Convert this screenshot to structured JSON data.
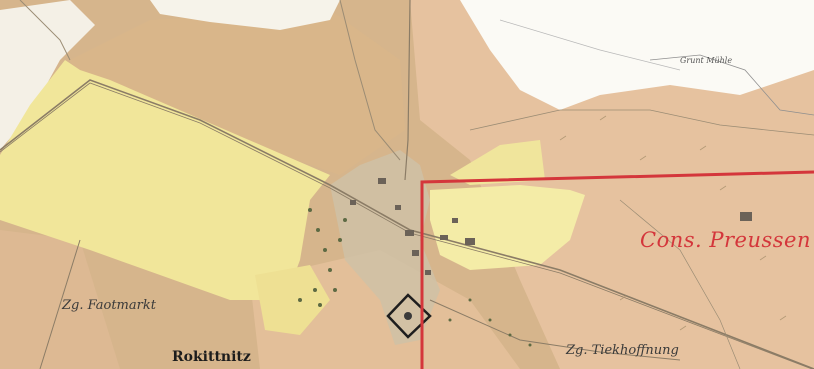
{
  "labels": {
    "concession": "Cons. Preussen 2",
    "shaft_west": "Zg. Faotmarkt",
    "shaft_east": "Zg. Tiekhoffnung",
    "village": "Rokittnitz",
    "mill": "Grunt Mühle"
  },
  "colors": {
    "paper": "#d9b98f",
    "meadow": "#f2e79a",
    "forest": "#ffffff",
    "boundary": "#d4363b",
    "ink": "#3a3a3a"
  }
}
